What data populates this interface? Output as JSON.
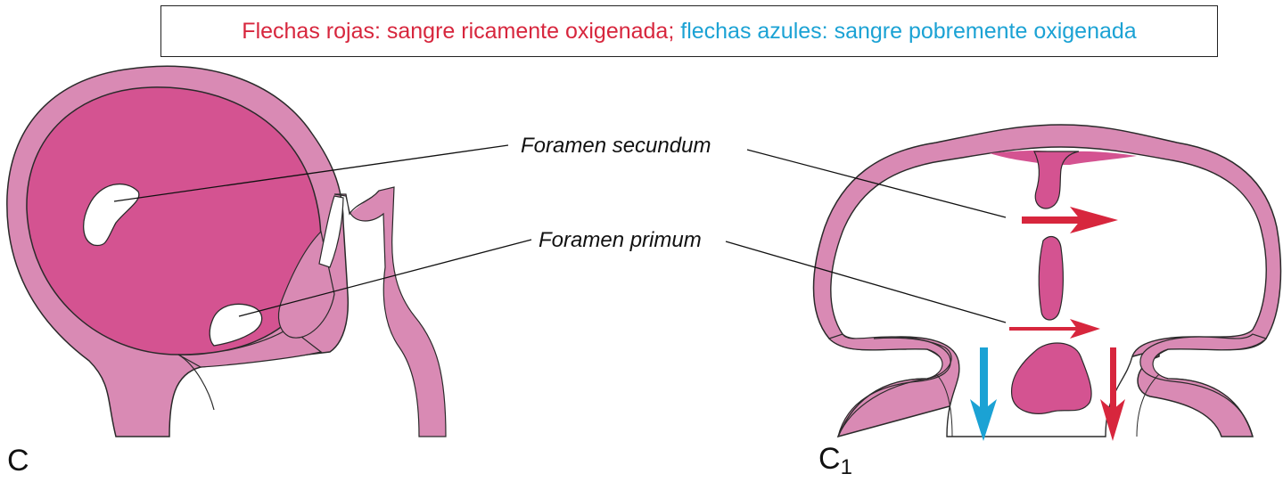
{
  "legend": {
    "red_text": "Flechas rojas: sangre ricamente oxigenada;",
    "blue_text": "flechas azules: sangre pobremente oxigenada"
  },
  "labels": {
    "foramen_secundum": "Foramen secundum",
    "foramen_primum": "Foramen primum"
  },
  "panels": {
    "left": "C",
    "right_base": "C",
    "right_sub": "1"
  },
  "colors": {
    "tissue_light": "#d98ab4",
    "tissue_dark": "#d45391",
    "arrow_red": "#d7263d",
    "arrow_blue": "#1ba2d4",
    "outline": "#2a2a2a"
  }
}
